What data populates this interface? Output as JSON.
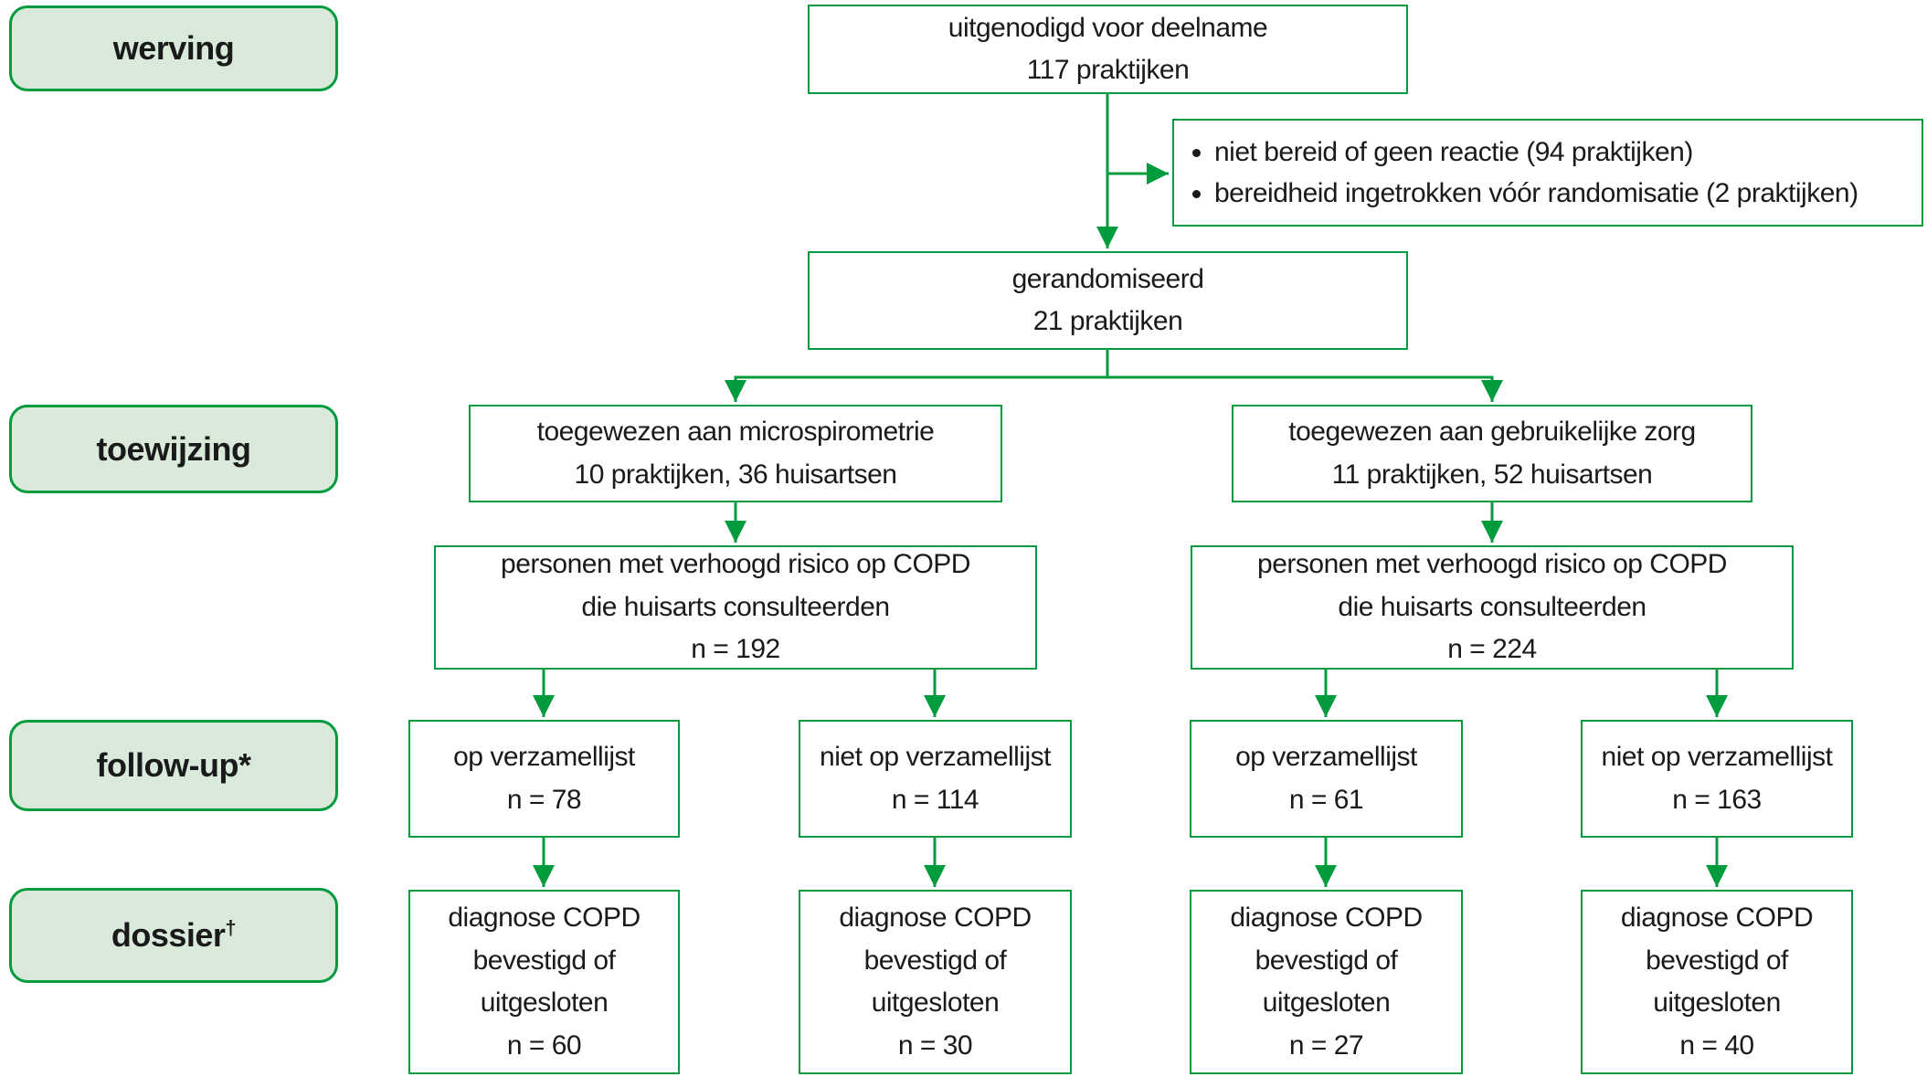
{
  "palette": {
    "green": "#009b3c",
    "label_fill": "#d9e9da",
    "text": "#1a1a1a"
  },
  "stage_labels": {
    "werving": "werving",
    "toewijzing": "toewijzing",
    "followup": "follow-up*",
    "dossier": "dossier",
    "dossier_sup": "†"
  },
  "boxes": {
    "invited": {
      "line1": "uitgenodigd voor deelname",
      "line2": "117 praktijken"
    },
    "exclusions": {
      "items": [
        "niet bereid of geen reactie (94 praktijken)",
        "bereidheid ingetrokken vóór randomisatie (2 praktijken)"
      ]
    },
    "randomized": {
      "line1": "gerandomiseerd",
      "line2": "21 praktijken"
    },
    "alloc_left": {
      "line1": "toegewezen aan microspirometrie",
      "line2": "10 praktijken, 36 huisartsen"
    },
    "alloc_right": {
      "line1": "toegewezen aan gebruikelijke zorg",
      "line2": "11 praktijken, 52 huisartsen"
    },
    "persons_left": {
      "line1": "personen met verhoogd risico op COPD",
      "line2": "die huisarts consulteerden",
      "line3": "n = 192"
    },
    "persons_right": {
      "line1": "personen met verhoogd risico op COPD",
      "line2": "die huisarts consulteerden",
      "line3": "n = 224"
    },
    "followup_1": {
      "line1": "op verzamellijst",
      "line2": "n = 78"
    },
    "followup_2": {
      "line1": "niet op verzamellijst",
      "line2": "n = 114"
    },
    "followup_3": {
      "line1": "op verzamellijst",
      "line2": "n = 61"
    },
    "followup_4": {
      "line1": "niet op verzamellijst",
      "line2": "n = 163"
    },
    "dossier_1": {
      "line1": "diagnose COPD",
      "line2": "bevestigd of",
      "line3": "uitgesloten",
      "line4": "n = 60"
    },
    "dossier_2": {
      "line1": "diagnose COPD",
      "line2": "bevestigd of",
      "line3": "uitgesloten",
      "line4": "n = 30"
    },
    "dossier_3": {
      "line1": "diagnose COPD",
      "line2": "bevestigd of",
      "line3": "uitgesloten",
      "line4": "n = 27"
    },
    "dossier_4": {
      "line1": "diagnose COPD",
      "line2": "bevestigd of",
      "line3": "uitgesloten",
      "line4": "n = 40"
    }
  }
}
